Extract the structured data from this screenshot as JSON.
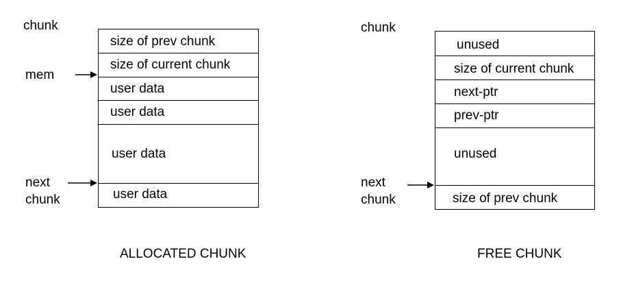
{
  "allocated": {
    "chunk_label": "chunk",
    "mem_label": "mem",
    "next_label_line1": "next",
    "next_label_line2": "chunk",
    "fields": [
      "size of prev chunk",
      "size of current chunk",
      "user data",
      "user data",
      "user data",
      "user data"
    ],
    "caption": "ALLOCATED CHUNK"
  },
  "free": {
    "chunk_label": "chunk",
    "next_label_line1": "next",
    "next_label_line2": "chunk",
    "fields": [
      "unused",
      "size of current chunk",
      "next-ptr",
      "prev-ptr",
      "unused",
      "size of prev chunk"
    ],
    "caption": "FREE CHUNK"
  }
}
